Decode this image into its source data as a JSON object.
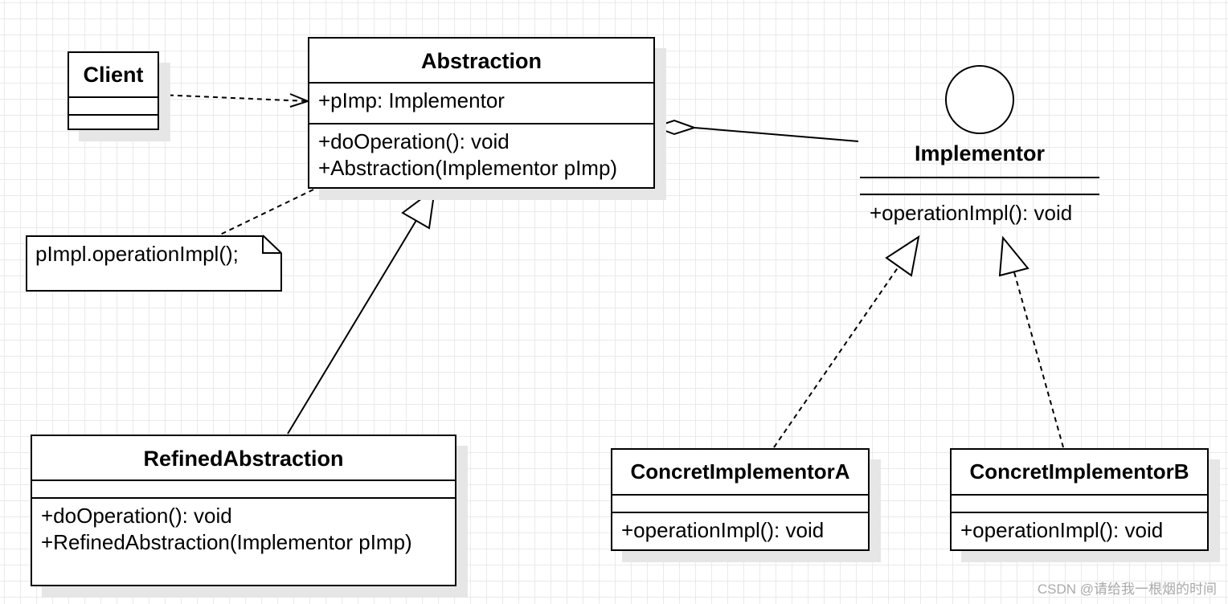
{
  "client": {
    "name": "Client"
  },
  "abstraction": {
    "name": "Abstraction",
    "attributes": [
      "+pImp: Implementor"
    ],
    "operations": [
      "+doOperation(): void",
      "+Abstraction(Implementor pImp)"
    ]
  },
  "note": {
    "text": "pImpl.operationImpl();"
  },
  "implementor": {
    "name": "Implementor",
    "operations": [
      "+operationImpl(): void"
    ]
  },
  "refined_abstraction": {
    "name": "RefinedAbstraction",
    "operations": [
      "+doOperation(): void",
      "+RefinedAbstraction(Implementor pImp)"
    ]
  },
  "concrete_a": {
    "name": "ConcretImplementorA",
    "operations": [
      "+operationImpl(): void"
    ]
  },
  "concrete_b": {
    "name": "ConcretImplementorB",
    "operations": [
      "+operationImpl(): void"
    ]
  },
  "watermark": "CSDN @请给我一根烟的时间"
}
